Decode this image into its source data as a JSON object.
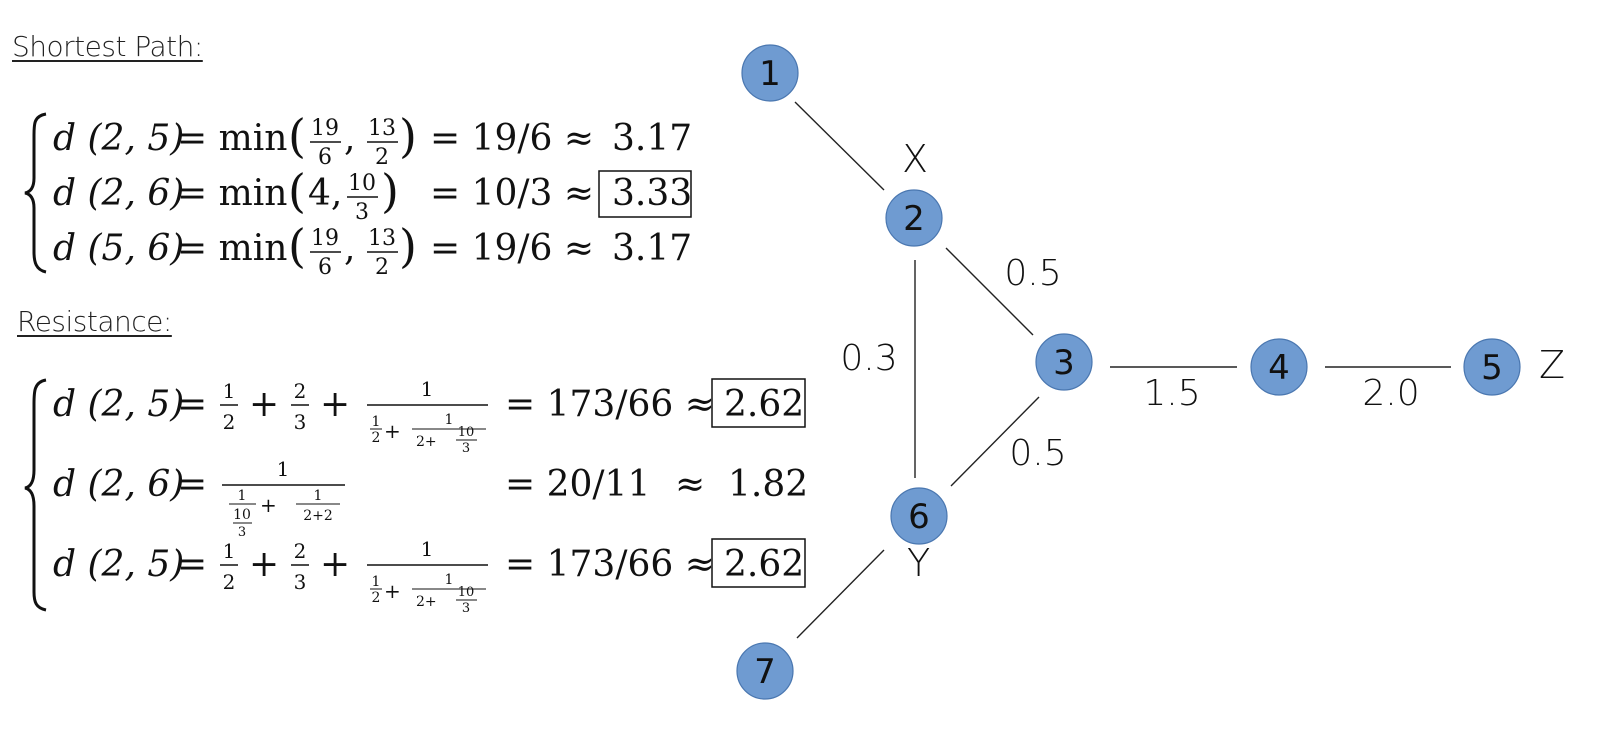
{
  "sections": {
    "shortest_path": {
      "title": "Shortest Path:",
      "equations": [
        {
          "lhs": "d (2, 5)",
          "expr": "= min",
          "frac1": [
            "19",
            "6"
          ],
          "frac2": [
            "13",
            "2"
          ],
          "exact": "= 19/6 ≈",
          "approx": "3.17",
          "boxed": false
        },
        {
          "lhs": "d (2, 6)",
          "expr": "= min",
          "plain1": "4,",
          "frac2": [
            "10",
            "3"
          ],
          "exact": "= 10/3 ≈",
          "approx": "3.33",
          "boxed": true
        },
        {
          "lhs": "d (5, 6)",
          "expr": "= min",
          "frac1": [
            "19",
            "6"
          ],
          "frac2": [
            "13",
            "2"
          ],
          "exact": "= 19/6 ≈",
          "approx": "3.17",
          "boxed": false
        }
      ]
    },
    "resistance": {
      "title": "Resistance:",
      "equations": [
        {
          "lhs": "d (2, 5)",
          "exact": "= 173/66 ≈",
          "approx": "2.62",
          "boxed": true
        },
        {
          "lhs": "d (2, 6)",
          "exact": "= 20/11",
          "approx_sign": "≈",
          "approx": "1.82",
          "boxed": false
        },
        {
          "lhs": "d (2, 5)",
          "exact": "= 173/66 ≈",
          "approx": "2.62",
          "boxed": true
        }
      ]
    }
  },
  "graph": {
    "nodes": [
      {
        "id": "1",
        "label": "1"
      },
      {
        "id": "2",
        "label": "2"
      },
      {
        "id": "3",
        "label": "3"
      },
      {
        "id": "4",
        "label": "4"
      },
      {
        "id": "5",
        "label": "5"
      },
      {
        "id": "6",
        "label": "6"
      },
      {
        "id": "7",
        "label": "7"
      }
    ],
    "edges": [
      {
        "from": "1",
        "to": "2",
        "weight": ""
      },
      {
        "from": "2",
        "to": "3",
        "weight": "0.5"
      },
      {
        "from": "2",
        "to": "6",
        "weight": "0.3"
      },
      {
        "from": "3",
        "to": "6",
        "weight": "0.5"
      },
      {
        "from": "3",
        "to": "4",
        "weight": "1.5"
      },
      {
        "from": "4",
        "to": "5",
        "weight": "2.0"
      },
      {
        "from": "6",
        "to": "7",
        "weight": ""
      }
    ],
    "side_labels": {
      "x": "X",
      "y": "Y",
      "z": "Z"
    },
    "node_color": "#6f9bd1",
    "node_stroke": "#4a77b0"
  }
}
